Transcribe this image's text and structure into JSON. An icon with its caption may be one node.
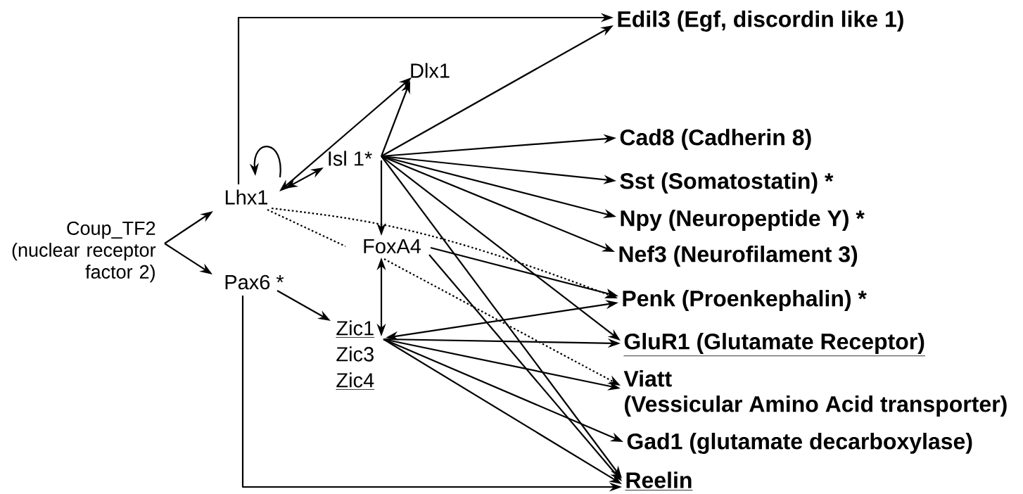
{
  "diagram": {
    "nodes": [
      {
        "text": [
          "Coup_TF2 (nuclear receptor factor 2)"
        ]
      },
      {
        "text": [
          "Lhx1"
        ]
      },
      {
        "text": [
          "Pax6 *"
        ]
      },
      {
        "text": [
          "Isl 1*"
        ]
      },
      {
        "text": [
          "Dlx1"
        ]
      },
      {
        "text": [
          "FoxA4"
        ]
      },
      {
        "text": [
          "Zic1",
          "Zic3",
          "Zic4"
        ]
      },
      {
        "text": [
          "Edil3 (Egf, discordin like 1)"
        ]
      },
      {
        "text": [
          "Cad8 (Cadherin 8)"
        ]
      },
      {
        "text": [
          "Sst (Somatostatin) *"
        ]
      },
      {
        "text": [
          "Npy (Neuropeptide Y) *"
        ]
      },
      {
        "text": [
          "Nef3 (Neurofilament 3)"
        ]
      },
      {
        "text": [
          "Penk (Proenkephalin) *"
        ]
      },
      {
        "text": [
          "GluR1 (Glutamate Receptor)"
        ]
      },
      {
        "text": [
          "Viatt (Vessicular Amino Acid transporter)"
        ]
      },
      {
        "text": [
          "Gad1 (glutamate decarboxylase)"
        ]
      },
      {
        "text": [
          "Reelin"
        ]
      }
    ],
    "edges": [
      {
        "from": 0,
        "to": 1,
        "arrow": "to"
      },
      {
        "from": 0,
        "to": 2,
        "arrow": "to"
      },
      {
        "from": 1,
        "to": 1,
        "arrow": "to"
      },
      {
        "from": 1,
        "to": 7,
        "arrow": "to"
      },
      {
        "from": 1,
        "to": 4,
        "arrow": "both"
      },
      {
        "from": 1,
        "to": 3,
        "arrow": "both"
      },
      {
        "from": 3,
        "to": 4,
        "arrow": "to"
      },
      {
        "from": 3,
        "to": 7,
        "arrow": "to"
      },
      {
        "from": 3,
        "to": 8,
        "arrow": "to"
      },
      {
        "from": 3,
        "to": 9,
        "arrow": "to"
      },
      {
        "from": 3,
        "to": 10,
        "arrow": "to"
      },
      {
        "from": 3,
        "to": 11,
        "arrow": "to"
      },
      {
        "from": 3,
        "to": 5,
        "arrow": "to"
      },
      {
        "from": 3,
        "to": 13,
        "arrow": "to"
      },
      {
        "from": 3,
        "to": 16,
        "arrow": "to"
      },
      {
        "from": 5,
        "to": 12,
        "arrow": "to"
      },
      {
        "from": 5,
        "to": 16,
        "arrow": "to"
      },
      {
        "from": 1,
        "to": 5,
        "arrow": "none",
        "style": "dashed"
      },
      {
        "from": 1,
        "to": 12,
        "arrow": "to",
        "style": "dashed"
      },
      {
        "from": 5,
        "to": 6,
        "arrow": "both"
      },
      {
        "from": 5,
        "to": 14,
        "arrow": "to",
        "style": "dashed"
      },
      {
        "from": 6,
        "to": 12,
        "arrow": "both"
      },
      {
        "from": 6,
        "to": 13,
        "arrow": "to"
      },
      {
        "from": 6,
        "to": 14,
        "arrow": "to"
      },
      {
        "from": 6,
        "to": 15,
        "arrow": "to"
      },
      {
        "from": 6,
        "to": 16,
        "arrow": "to"
      },
      {
        "from": 2,
        "to": 6,
        "arrow": "to"
      },
      {
        "from": 2,
        "to": 16,
        "arrow": "to"
      }
    ]
  }
}
